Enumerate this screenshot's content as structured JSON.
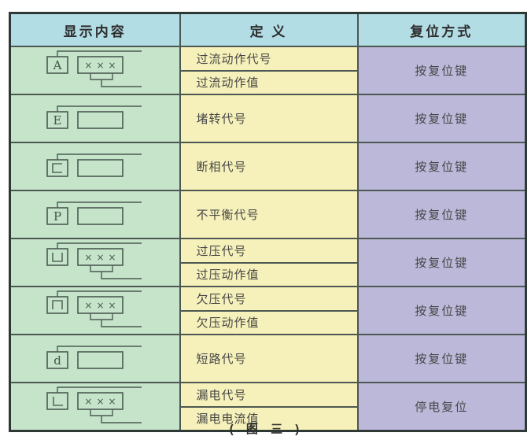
{
  "colors": {
    "header_bg": "#b2dde4",
    "display_column_bg": "#c5e4ca",
    "definition_column_bg": "#f6f1ba",
    "reset_column_bg": "#bcb8d9",
    "outer_border": "#2e3834",
    "inner_border": "#4d5852",
    "diagram_stroke": "#4c5a52",
    "text": "#464646"
  },
  "table": {
    "headers": {
      "display": "显示内容",
      "definition": "定 义",
      "reset": "复位方式"
    },
    "value_placeholder": "×××",
    "rows": [
      {
        "code": "A",
        "code_style": "serif-letter",
        "has_value_display": true,
        "definitions": [
          "过流动作代号",
          "过流动作值"
        ],
        "reset": "按复位键"
      },
      {
        "code": "E",
        "code_style": "serif-letter",
        "has_value_display": false,
        "definitions": [
          "堵转代号"
        ],
        "reset": "按复位键"
      },
      {
        "code": "c",
        "code_style": "segment-c",
        "has_value_display": false,
        "definitions": [
          "断相代号"
        ],
        "reset": "按复位键"
      },
      {
        "code": "P",
        "code_style": "serif-letter",
        "has_value_display": false,
        "definitions": [
          "不平衡代号"
        ],
        "reset": "按复位键"
      },
      {
        "code": "⊔",
        "code_style": "segment-cup",
        "has_value_display": true,
        "definitions": [
          "过压代号",
          "过压动作值"
        ],
        "reset": "按复位键"
      },
      {
        "code": "⊓",
        "code_style": "segment-cap",
        "has_value_display": true,
        "definitions": [
          "欠压代号",
          "欠压动作值"
        ],
        "reset": "按复位键"
      },
      {
        "code": "d",
        "code_style": "serif-letter",
        "has_value_display": false,
        "definitions": [
          "短路代号"
        ],
        "reset": "按复位键"
      },
      {
        "code": "L",
        "code_style": "segment-L",
        "has_value_display": true,
        "definitions": [
          "漏电代号",
          "漏电电流值"
        ],
        "reset": "停电复位"
      }
    ]
  },
  "caption": "( 图 三 )"
}
